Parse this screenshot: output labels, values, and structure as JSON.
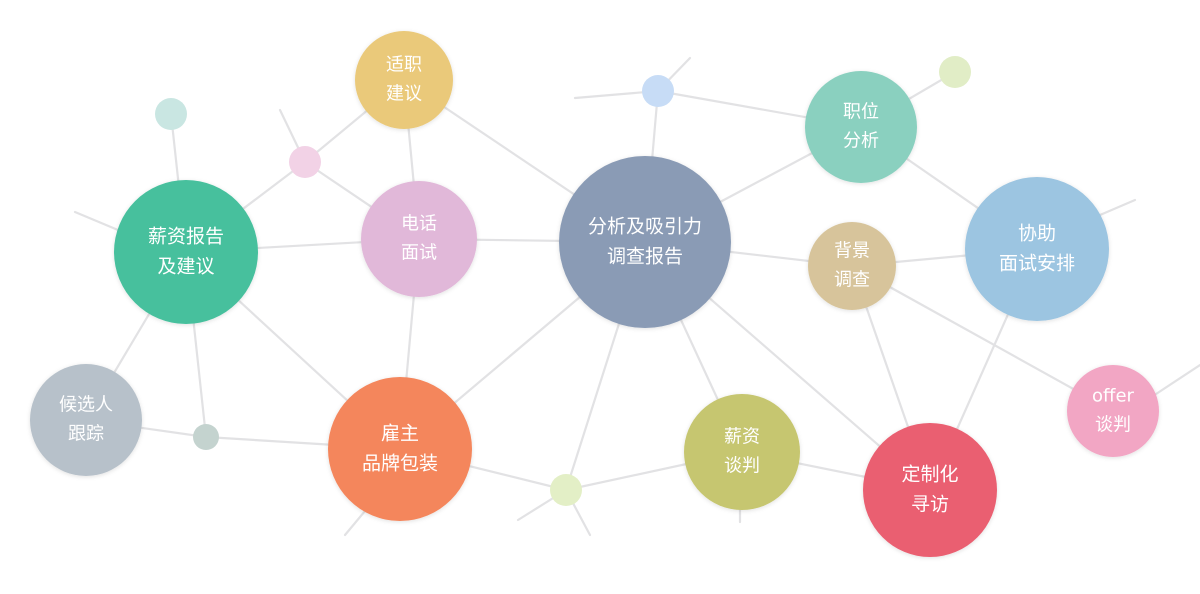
{
  "nodes": [
    {
      "id": "report",
      "label_lines": [
        "分析及吸引力",
        "调查报告"
      ],
      "color": "#8a9bb5"
    },
    {
      "id": "salary-report",
      "label_lines": [
        "薪资报告",
        "及建议"
      ],
      "color": "#46c09d"
    },
    {
      "id": "phone-interview",
      "label_lines": [
        "电话",
        "面试"
      ],
      "color": "#e1b8d9"
    },
    {
      "id": "fit-advice",
      "label_lines": [
        "适职",
        "建议"
      ],
      "color": "#eac97a"
    },
    {
      "id": "employer-branding",
      "label_lines": [
        "雇主",
        "品牌包装"
      ],
      "color": "#f4865c"
    },
    {
      "id": "candidate-tracking",
      "label_lines": [
        "候选人",
        "跟踪"
      ],
      "color": "#b7c1ca"
    },
    {
      "id": "salary-negotiation",
      "label_lines": [
        "薪资",
        "谈判"
      ],
      "color": "#c6c66f"
    },
    {
      "id": "custom-search",
      "label_lines": [
        "定制化",
        "寻访"
      ],
      "color": "#ea5f71"
    },
    {
      "id": "job-analysis",
      "label_lines": [
        "职位",
        "分析"
      ],
      "color": "#8ad0bf"
    },
    {
      "id": "background-check",
      "label_lines": [
        "背景",
        "调查"
      ],
      "color": "#d7c49b"
    },
    {
      "id": "interview-arrangement",
      "label_lines": [
        "协助",
        "面试安排"
      ],
      "color": "#9cc5e1"
    },
    {
      "id": "offer-negotiation",
      "label_lines": [
        "offer",
        "谈判"
      ],
      "color": "#f2a6c4"
    }
  ],
  "decorations": [
    {
      "id": "dot-teal",
      "color": "#c9e6e2"
    },
    {
      "id": "dot-pink",
      "color": "#f2d2e6"
    },
    {
      "id": "dot-blue",
      "color": "#c7dcf6"
    },
    {
      "id": "dot-lime",
      "color": "#e1edc6"
    },
    {
      "id": "dot-gray",
      "color": "#c4d3cf"
    },
    {
      "id": "dot-yellowgreen",
      "color": "#e3efc6"
    }
  ],
  "edges": [
    [
      "salary-report",
      "phone-interview"
    ],
    [
      "salary-report",
      "dot-pink"
    ],
    [
      "salary-report",
      "dot-teal"
    ],
    [
      "salary-report",
      "candidate-tracking"
    ],
    [
      "salary-report",
      "employer-branding"
    ],
    [
      "salary-report",
      "dot-gray"
    ],
    [
      "dot-pink",
      "fit-advice"
    ],
    [
      "dot-pink",
      "phone-interview"
    ],
    [
      "fit-advice",
      "phone-interview"
    ],
    [
      "fit-advice",
      "report"
    ],
    [
      "phone-interview",
      "report"
    ],
    [
      "phone-interview",
      "employer-branding"
    ],
    [
      "candidate-tracking",
      "dot-gray"
    ],
    [
      "dot-gray",
      "employer-branding"
    ],
    [
      "employer-branding",
      "report"
    ],
    [
      "employer-branding",
      "dot-yellowgreen"
    ],
    [
      "dot-yellowgreen",
      "report"
    ],
    [
      "dot-yellowgreen",
      "salary-negotiation"
    ],
    [
      "salary-negotiation",
      "report"
    ],
    [
      "salary-negotiation",
      "custom-search"
    ],
    [
      "report",
      "custom-search"
    ],
    [
      "report",
      "background-check"
    ],
    [
      "report",
      "job-analysis"
    ],
    [
      "report",
      "dot-blue"
    ],
    [
      "dot-blue",
      "job-analysis"
    ],
    [
      "job-analysis",
      "dot-lime"
    ],
    [
      "job-analysis",
      "interview-arrangement"
    ],
    [
      "background-check",
      "interview-arrangement"
    ],
    [
      "background-check",
      "custom-search"
    ],
    [
      "background-check",
      "offer-negotiation"
    ],
    [
      "interview-arrangement",
      "custom-search"
    ]
  ]
}
